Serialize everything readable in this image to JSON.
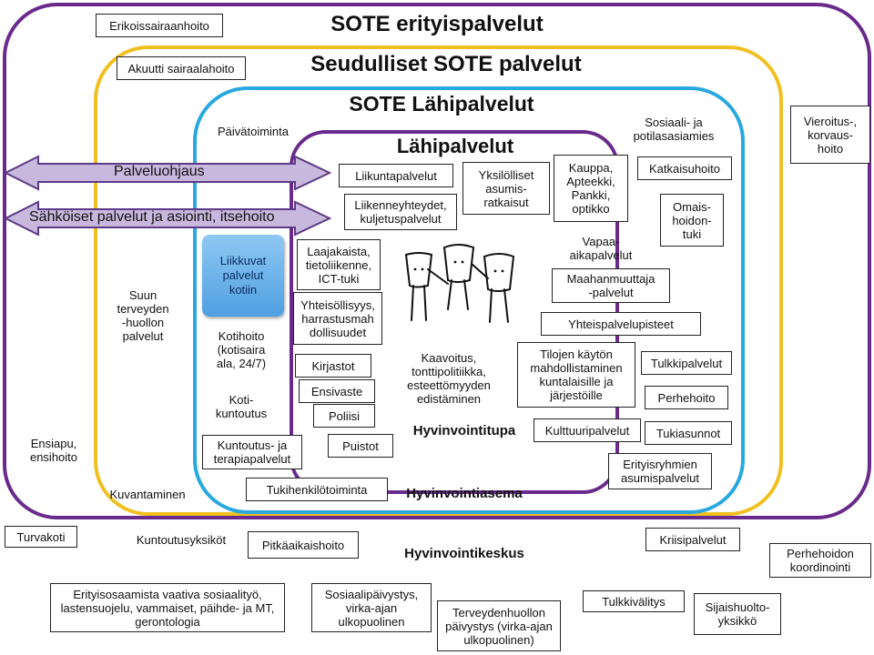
{
  "titles": {
    "erityis": "SOTE erityispalvelut",
    "seudulliset": "Seudulliset SOTE palvelut",
    "lahipalvelut_sote": "SOTE Lähipalvelut",
    "lahipalvelut": "Lähipalvelut",
    "hyvinvointitupa": "Hyvinvointitupa",
    "hyvinvointiasema": "Hyvinvointiasema",
    "hyvinvointikeskus": "Hyvinvointikeskus"
  },
  "arrows": {
    "palveluohjaus": "Palveluohjaus",
    "sahkoiset": "Sähköiset palvelut ja  asiointi,  itsehoito"
  },
  "outer": {
    "erikoissairaanhoito": "Erikoissairaanhoito",
    "ensiapu": "Ensiapu,\nensihoito",
    "vieroitus": "Vieroitus-,\nkorvaus-\nhoito",
    "turvakoti": "Turvakoti",
    "perhehoidon": "Perhehoidon\nkoordinointi",
    "erityisosaamista": "Erityisosaamista vaativa sosiaalityö,\nlastensuojelu, vammaiset, päihde- ja MT,\ngerontologia",
    "sosiaalipaivystys": "Sosiaalipäivystys,\nvirka-ajan\nulkopuolinen",
    "terveydenhuollon": "Terveydenhuollon\npäivystys (virka-ajan\nulkopuolinen)",
    "tulkkivalitys": "Tulkkivälitys",
    "sijaishuolto": "Sijaishuolto-\nyksikkö"
  },
  "seudulliset": {
    "akuutti": "Akuutti sairaalahoito",
    "suun": "Suun\nterveyden\n-huollon\npalvelut",
    "kuvantaminen": "Kuvantaminen",
    "kuntoutusyksikot": "Kuntoutusyksiköt",
    "pitkaaikaishoito": "Pitkäaikaishoito",
    "kriisipalvelut": "Kriisipalvelut"
  },
  "lahi": {
    "paivatoiminta": "Päivätoiminta",
    "liikkuvat": "Liikkuvat\npalvelut\nkotiin",
    "kotihoito": "Kotihoito\n(kotisaira\nala, 24/7)",
    "kotikuntoutus": "Koti-\nkuntoutus",
    "kuntoutus_terapia": "Kuntoutus- ja\nterapiapalvelut",
    "tukihenkilotoiminta": "Tukihenkilötoiminta",
    "sosiaali_asiamies": "Sosiaali- ja\npotilasasiamies",
    "katkaisuhoito": "Katkaisuhoito",
    "omaishoidontuki": "Omais-\nhoidon-\ntuki",
    "maahanmuuttaja": "Maahanmuuttaja\n-palvelut",
    "yhteispalvelupisteet": "Yhteispalvelupisteet",
    "tulkkipalvelut": "Tulkkipalvelut",
    "perhehoito": "Perhehoito",
    "tukiasunnot": "Tukiasunnot",
    "erityisryhmien": "Erityisryhmien\nasumispalvelut",
    "tilojen": "Tilojen käytön\nmahdollistaminen\nkuntalaisille ja\njärjestöille",
    "kulttuuripalvelut": "Kulttuuripalvelut"
  },
  "core": {
    "liikuntapalvelut": "Liikuntapalvelut",
    "liikenneyhteydet": "Liikenneyhteydet,\nkuljetuspalvelut",
    "yksilolliset": "Yksilölliset\nasumis-\nratkaisut",
    "kauppa": "Kauppa,\nApteekki,\nPankki,\noptikko",
    "vapaa": "Vapaa-\naikapalvelut",
    "laajakaista": "Laajakaista,\ntietoliikenne,\nICT-tuki",
    "yhteisollisyys": "Yhteisöllisyys,\nharrastusmah\ndollisuudet",
    "kirjastot": "Kirjastot",
    "ensivaste": "Ensivaste",
    "poliisi": "Poliisi",
    "puistot": "Puistot",
    "kaavoitus": "Kaavoitus,\ntonttipolitiikka,\nesteettömyyden\nedistäminen"
  },
  "colors": {
    "purple": "#6a2a8c",
    "yellow": "#f0c020",
    "blue": "#29a8e0",
    "arrow_fill": "#c9b8de",
    "arrow_stroke": "#5c3a86"
  }
}
